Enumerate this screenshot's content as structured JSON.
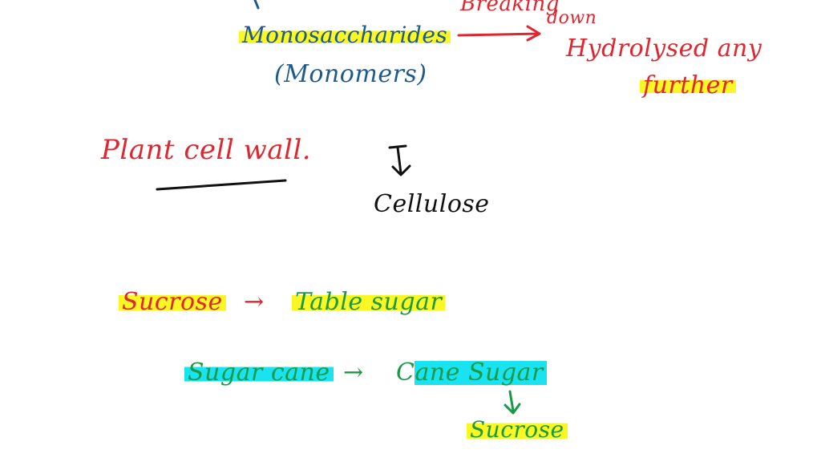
{
  "colors": {
    "blue_ink": "#1f5a8c",
    "red_ink": "#e0262f",
    "green_ink": "#1a9a47",
    "black_ink": "#111111",
    "yellow_highlight": "#fbf724",
    "cyan_highlight": "#19e3f0"
  },
  "notes": {
    "breaking": "Breaking",
    "down": "down",
    "monosaccharides": "Monosaccharides",
    "monomers": "(Monomers)",
    "hydrolysed": "Hydrolysed any",
    "further": "further",
    "plant_cell_wall": "Plant cell wall.",
    "cellulose": "Cellulose",
    "sucrose": "Sucrose",
    "table_sugar": "Table sugar",
    "sugar_cane": "Sugar cane",
    "cane_sugar": "Cane Sugar",
    "sucrose_bottom": "Sucrose"
  },
  "arrows": {
    "sucrose_to_table": "→",
    "cane_to_sugar": "→"
  }
}
